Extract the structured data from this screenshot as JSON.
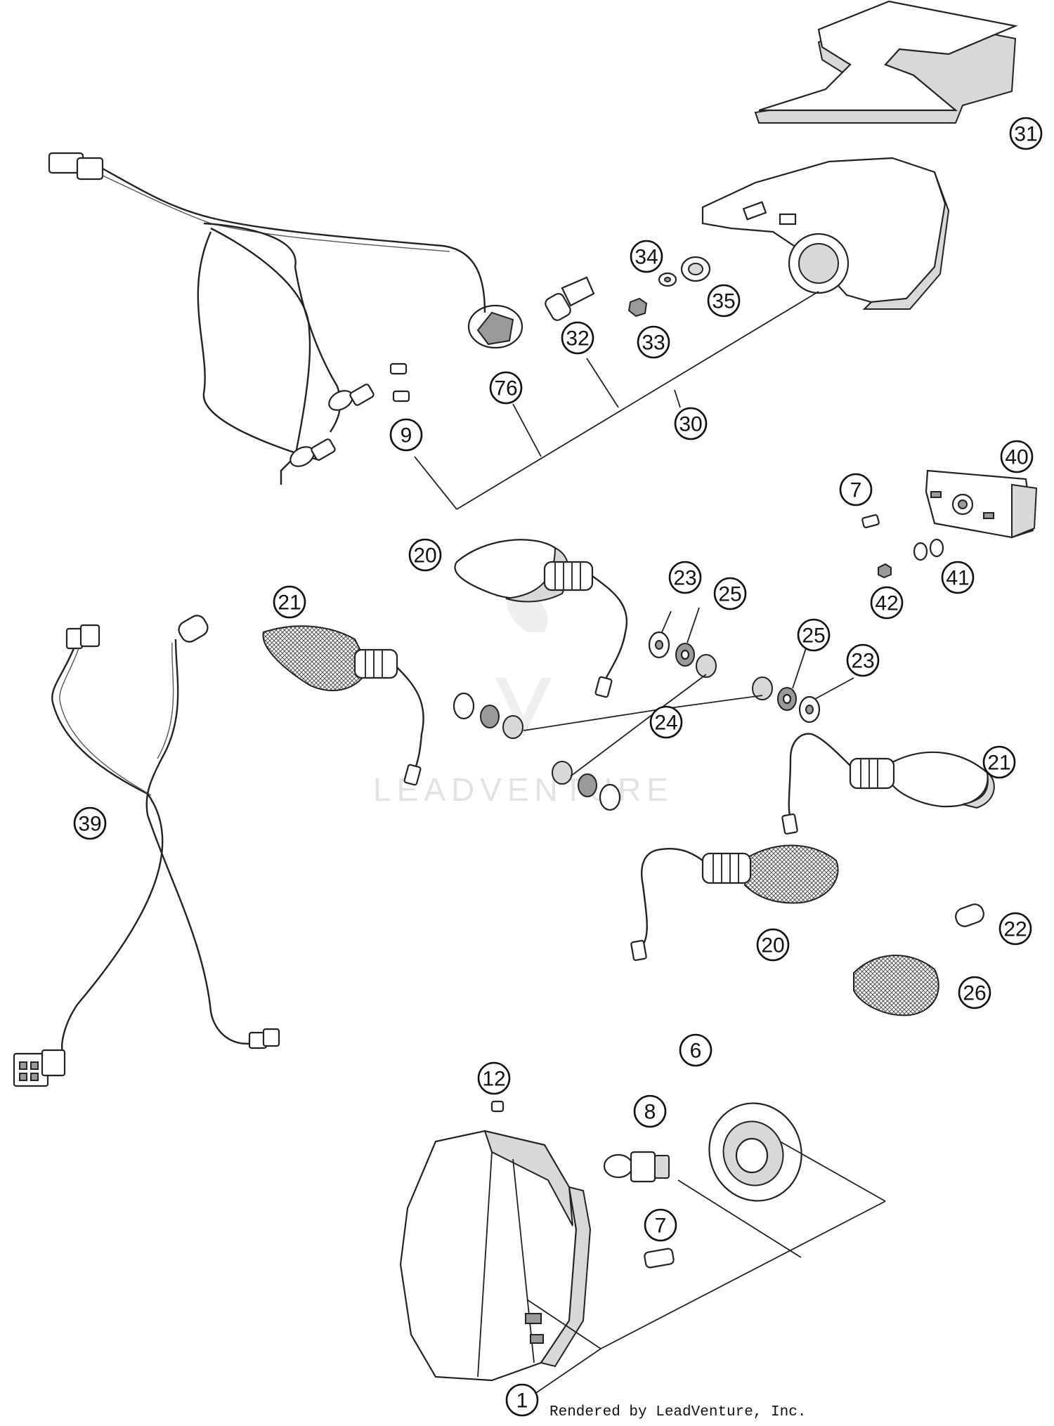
{
  "diagram": {
    "watermark": "LEADVENTURE",
    "credit": "Rendered by LeadVenture, Inc.",
    "callouts": [
      "31",
      "34",
      "35",
      "33",
      "32",
      "76",
      "30",
      "9",
      "7",
      "40",
      "41",
      "42",
      "20",
      "21",
      "23",
      "25",
      "24",
      "25",
      "23",
      "21",
      "39",
      "20",
      "22",
      "26",
      "6",
      "12",
      "8",
      "7",
      "1"
    ]
  }
}
